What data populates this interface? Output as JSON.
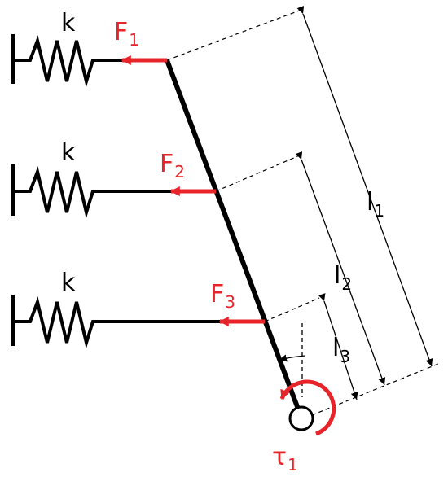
{
  "colors": {
    "ink": "#000000",
    "force": "#e8242b",
    "background": "#ffffff"
  },
  "springs": [
    {
      "label": "k"
    },
    {
      "label": "k"
    },
    {
      "label": "k"
    }
  ],
  "forces": [
    {
      "symbol": "F",
      "subscript": "1"
    },
    {
      "symbol": "F",
      "subscript": "2"
    },
    {
      "symbol": "F",
      "subscript": "3"
    }
  ],
  "lengths": [
    {
      "symbol": "l",
      "subscript": "1"
    },
    {
      "symbol": "l",
      "subscript": "2"
    },
    {
      "symbol": "l",
      "subscript": "3"
    }
  ],
  "torque": {
    "symbol": "τ",
    "subscript": "1"
  }
}
